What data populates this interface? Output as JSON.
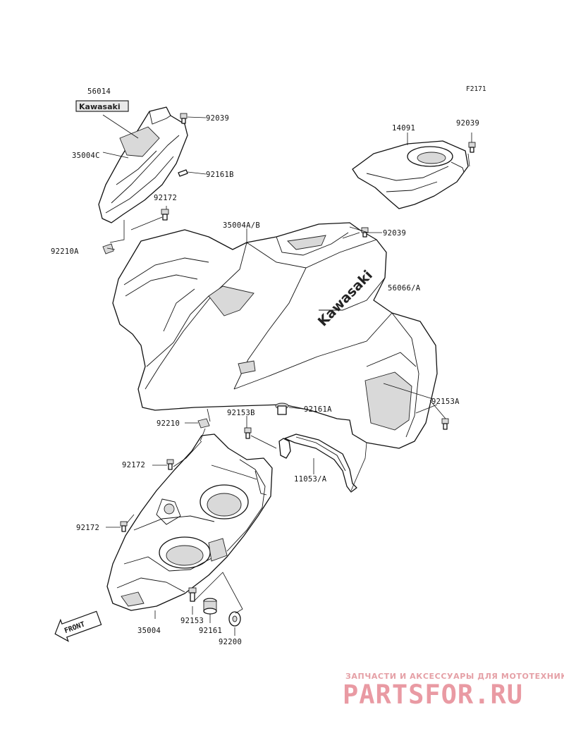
{
  "figure_code": "F2171",
  "labels": {
    "p56014": "56014",
    "p35004C": "35004C",
    "p92039_top": "92039",
    "p92161B": "92161B",
    "p92172_top": "92172",
    "p92210A": "92210A",
    "p14091": "14091",
    "p92039_right": "92039",
    "p35004AB": "35004A/B",
    "p92039_mid": "92039",
    "p56066A": "56066/A",
    "p92153A": "92153A",
    "p92210": "92210",
    "p92153B": "92153B",
    "p92161A": "92161A",
    "p92172_mid": "92172",
    "p11053A": "11053/A",
    "p92172_low": "92172",
    "p35004": "35004",
    "p92153": "92153",
    "p92161": "92161",
    "p92200": "92200"
  },
  "decals": {
    "small": "Kawasaki",
    "large": "Kawasaki"
  },
  "front_arrow": "FRONT",
  "watermark": {
    "tagline": "ЗАПЧАСТИ И АКСЕССУАРЫ ДЛЯ МОТОТЕХНИКИ",
    "brand": "PARTSFOR.RU"
  }
}
